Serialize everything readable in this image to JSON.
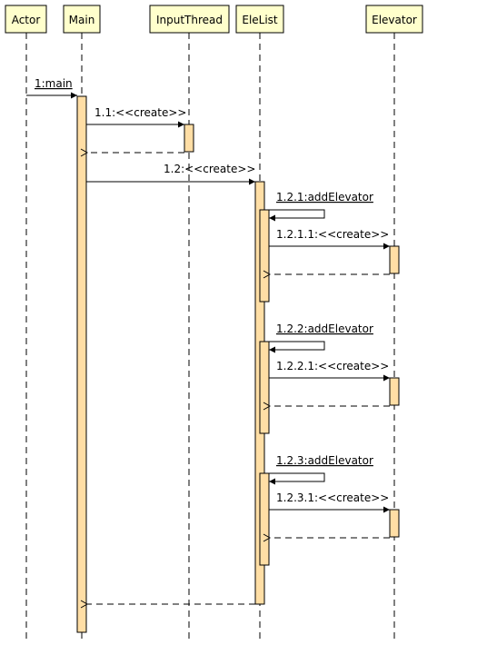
{
  "diagram": {
    "type": "sequence",
    "colors": {
      "header_fill": "#FFFFCC",
      "activation_fill": "#FFDEA5",
      "line": "#000000",
      "background": "#FFFFFF"
    },
    "participants": {
      "actor": "Actor",
      "main": "Main",
      "input_thread": "InputThread",
      "ele_list": "EleList",
      "elevator": "Elevator"
    },
    "messages": {
      "m1": "1:main",
      "m1_1": "1.1:<<create>>",
      "m1_2": "1.2:<<create>>",
      "m1_2_1": "1.2.1:addElevator",
      "m1_2_1_1": "1.2.1.1:<<create>>",
      "m1_2_2": "1.2.2:addElevator",
      "m1_2_2_1": "1.2.2.1:<<create>>",
      "m1_2_3": "1.2.3:addElevator",
      "m1_2_3_1": "1.2.3.1:<<create>>"
    }
  }
}
